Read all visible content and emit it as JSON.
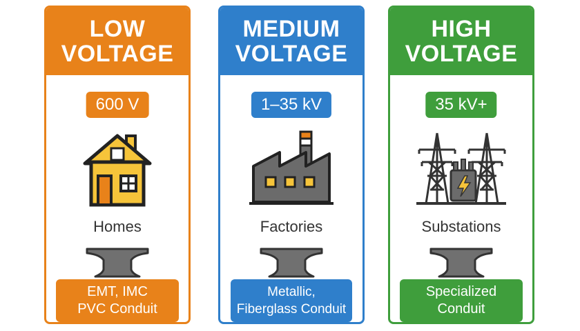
{
  "colors": {
    "low": "#e8821a",
    "medium": "#2f7fcb",
    "high": "#3f9e3c",
    "caption_text": "#333333",
    "icon_gray": "#6b6b6b"
  },
  "cards": [
    {
      "title_line1": "LOW",
      "title_line2": "VOLTAGE",
      "voltage": "600 V",
      "icon": "house-icon",
      "caption": "Homes",
      "conduit_line1": "EMT, IMC",
      "conduit_line2": "PVC Conduit"
    },
    {
      "title_line1": "MEDIUM",
      "title_line2": "VOLTAGE",
      "voltage": "1–35 kV",
      "icon": "factory-icon",
      "caption": "Factories",
      "conduit_line1": "Metallic,",
      "conduit_line2": "Fiberglass Conduit"
    },
    {
      "title_line1": "HIGH",
      "title_line2": "VOLTAGE",
      "voltage": "35 kV+",
      "icon": "substation-icon",
      "caption": "Substations",
      "conduit_line1": "Specialized",
      "conduit_line2": "Conduit"
    }
  ]
}
